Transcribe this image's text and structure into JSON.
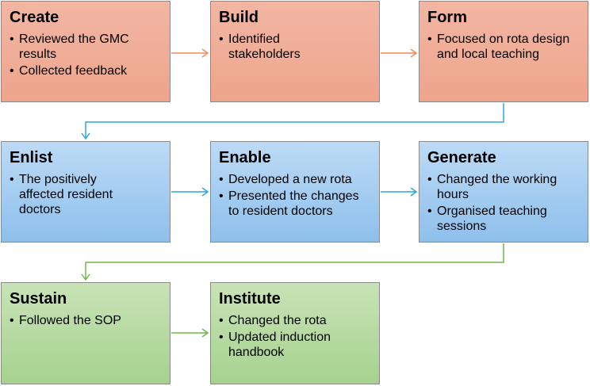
{
  "colors": {
    "orange_row": "#f0ab94",
    "blue_row": "#a5cdf0",
    "green_row": "#b7dba3",
    "orange_arrow": "#ef8c5a",
    "blue_arrow": "#2fa6de",
    "green_arrow": "#6cb84a"
  },
  "boxes": [
    {
      "title": "Create",
      "bullets": [
        "Reviewed the GMC results",
        "Collected feedback"
      ]
    },
    {
      "title": "Build",
      "bullets": [
        "Identified stakeholders"
      ]
    },
    {
      "title": "Form",
      "bullets": [
        "Focused on rota design and local teaching"
      ]
    },
    {
      "title": "Enlist",
      "bullets": [
        "The positively affected resident doctors"
      ]
    },
    {
      "title": "Enable",
      "bullets": [
        "Developed a new rota",
        "Presented the changes to resident doctors"
      ]
    },
    {
      "title": "Generate",
      "bullets": [
        "Changed the working hours",
        "Organised teaching sessions"
      ]
    },
    {
      "title": "Sustain",
      "bullets": [
        "Followed the SOP"
      ]
    },
    {
      "title": "Institute",
      "bullets": [
        "Changed the rota",
        "Updated induction handbook"
      ]
    }
  ]
}
